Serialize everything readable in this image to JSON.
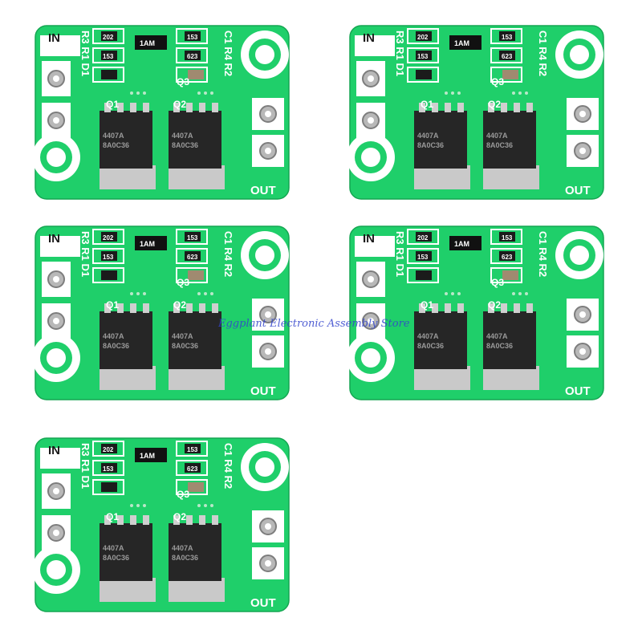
{
  "watermark": "Eggplant Electronic Assembly Store",
  "board": {
    "label_in": "IN",
    "label_out": "OUT",
    "label_q1": "Q1",
    "label_q2": "Q2",
    "label_q3": "Q3",
    "label_r3r1d1": "R3 R1 D1",
    "label_c1r4r2": "C1 R4 R2",
    "resistor_202": "202",
    "resistor_153a": "153",
    "resistor_153b": "153",
    "resistor_623": "623",
    "diode_code": "1AM",
    "chip_line1": "4407A",
    "chip_line2": "8A0C36",
    "colors": {
      "pcb": "#1fcf6a",
      "pcb_dark": "#17b45a",
      "silk": "#ffffff",
      "pad": "#c9c9c9",
      "chip": "#222222"
    }
  },
  "boards_count": 5
}
